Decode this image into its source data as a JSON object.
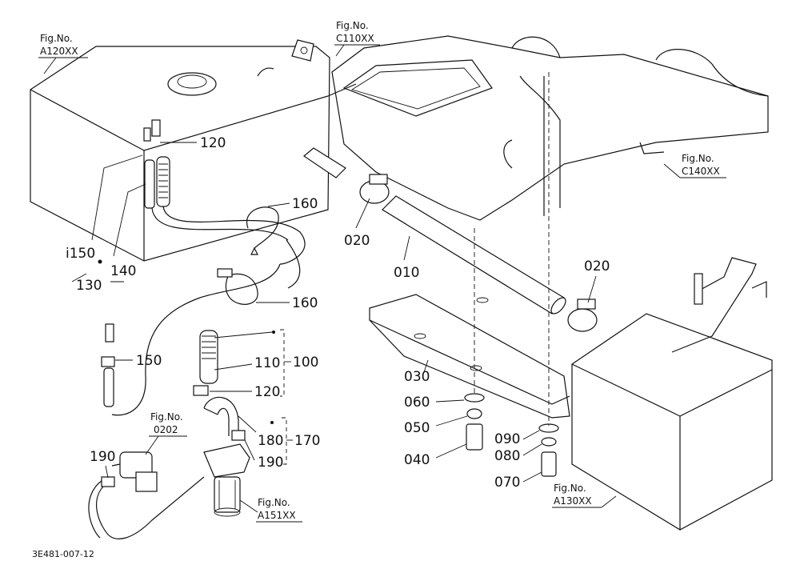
{
  "fig_refs": {
    "a120": {
      "line1": "Fig.No.",
      "line2": "A120XX"
    },
    "c110": {
      "line1": "Fig.No.",
      "line2": "C110XX"
    },
    "c140": {
      "line1": "Fig.No.",
      "line2": "C140XX"
    },
    "f0202": {
      "line1": "Fig.No.",
      "line2": "0202"
    },
    "a151": {
      "line1": "Fig.No.",
      "line2": "A151XX"
    },
    "a130": {
      "line1": "Fig.No.",
      "line2": "A130XX"
    }
  },
  "parts": {
    "p120_top": "120",
    "p160_top": "160",
    "p150_tank": "i150",
    "p140": "140",
    "p130": "130",
    "p020_left": "020",
    "p010": "010",
    "p020_right": "020",
    "p160_mid": "160",
    "p150_left": "150",
    "p110": "110",
    "p100": "100",
    "p120_mid": "120",
    "p180": "180",
    "p170": "170",
    "p190_right": "190",
    "p190_left": "190",
    "p030": "030",
    "p060": "060",
    "p050": "050",
    "p040": "040",
    "p090": "090",
    "p080": "080",
    "p070": "070"
  },
  "drawing_code": "3E481-007-12"
}
